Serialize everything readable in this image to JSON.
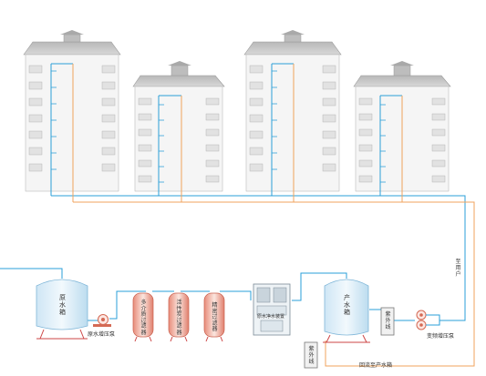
{
  "diagram": {
    "equipment": {
      "raw_tank": "原水箱",
      "raw_pump": "原水增压泵",
      "filter1": "多介质过滤器",
      "filter2": "活性炭过滤器",
      "filter3": "精密过滤器",
      "control": "原水净水装置",
      "product_tank": "产水箱",
      "uv1": "紫外线",
      "uv2": "紫外线",
      "supply_pump": "变频增压泵"
    },
    "lines": {
      "to_users": "至用户",
      "return": "回流至产水箱"
    },
    "colors": {
      "supply": "#2a9fd8",
      "return": "#f0a35c",
      "building": "#f4f4f4",
      "roof": "#c8c8c8"
    }
  }
}
